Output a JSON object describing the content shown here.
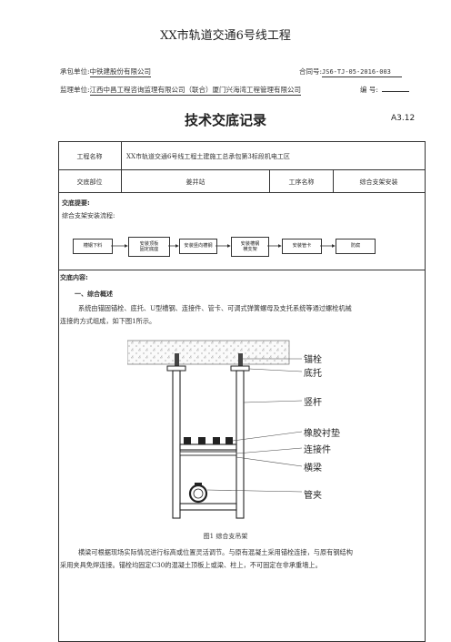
{
  "doc_title": "XX市轨道交通6号线工程",
  "contractor_label": "承包单位:",
  "contractor": "中铁建股份有限公司",
  "contract_no_label": "合同号:",
  "contract_no": "JS6-TJ-05-2016-003",
  "supervisor_label": "监理单位:",
  "supervisor": "江西中昌工程咨询监理有限公司（联合）厦门兴海湾工程管理有限公司",
  "number_label": "编    号:",
  "number_value": "",
  "heading": "技术交底记录",
  "doc_code": "A3.12",
  "table": {
    "project_name_label": "工程名称",
    "project_name": "XX市轨道交通6号线工程土建施工总承包第3标段机电工区",
    "part_label": "交底部位",
    "part": "姜井站",
    "process_label": "工序名称",
    "process": "综合支架安装"
  },
  "summary_title": "交底提要:",
  "summary_text": "综合支架安装流程:",
  "flow_steps": [
    "槽钢下料",
    "安装顶板\n固定底座",
    "安装竖向槽钢",
    "安装槽钢\n横支架",
    "安装管卡",
    "防腐"
  ],
  "content_title": "交底内容:",
  "section1_title": "一、综合概述",
  "para1_line1": "系统由锚固锚栓、底托、U型槽钢、连接件、管卡、可调式弹簧螺母及支托系统等通过螺栓机械",
  "para1_line2": "连接的方式组成，如下图1所示。",
  "figure_labels": [
    "锚栓",
    "底托",
    "竖杆",
    "橡胶衬垫",
    "连接件",
    "横梁",
    "管夹"
  ],
  "figure_caption": "图1    综合支吊架",
  "para2_line1": "横梁可根据现场实际情况进行标高或位置灵活调节。与原有混凝土采用锚栓连接，与原有钢结构",
  "para2_line2": "采用夹具免焊连接。锚栓均固定C30的混凝土顶板上或梁、柱上，不可固定在非承重墙上。"
}
